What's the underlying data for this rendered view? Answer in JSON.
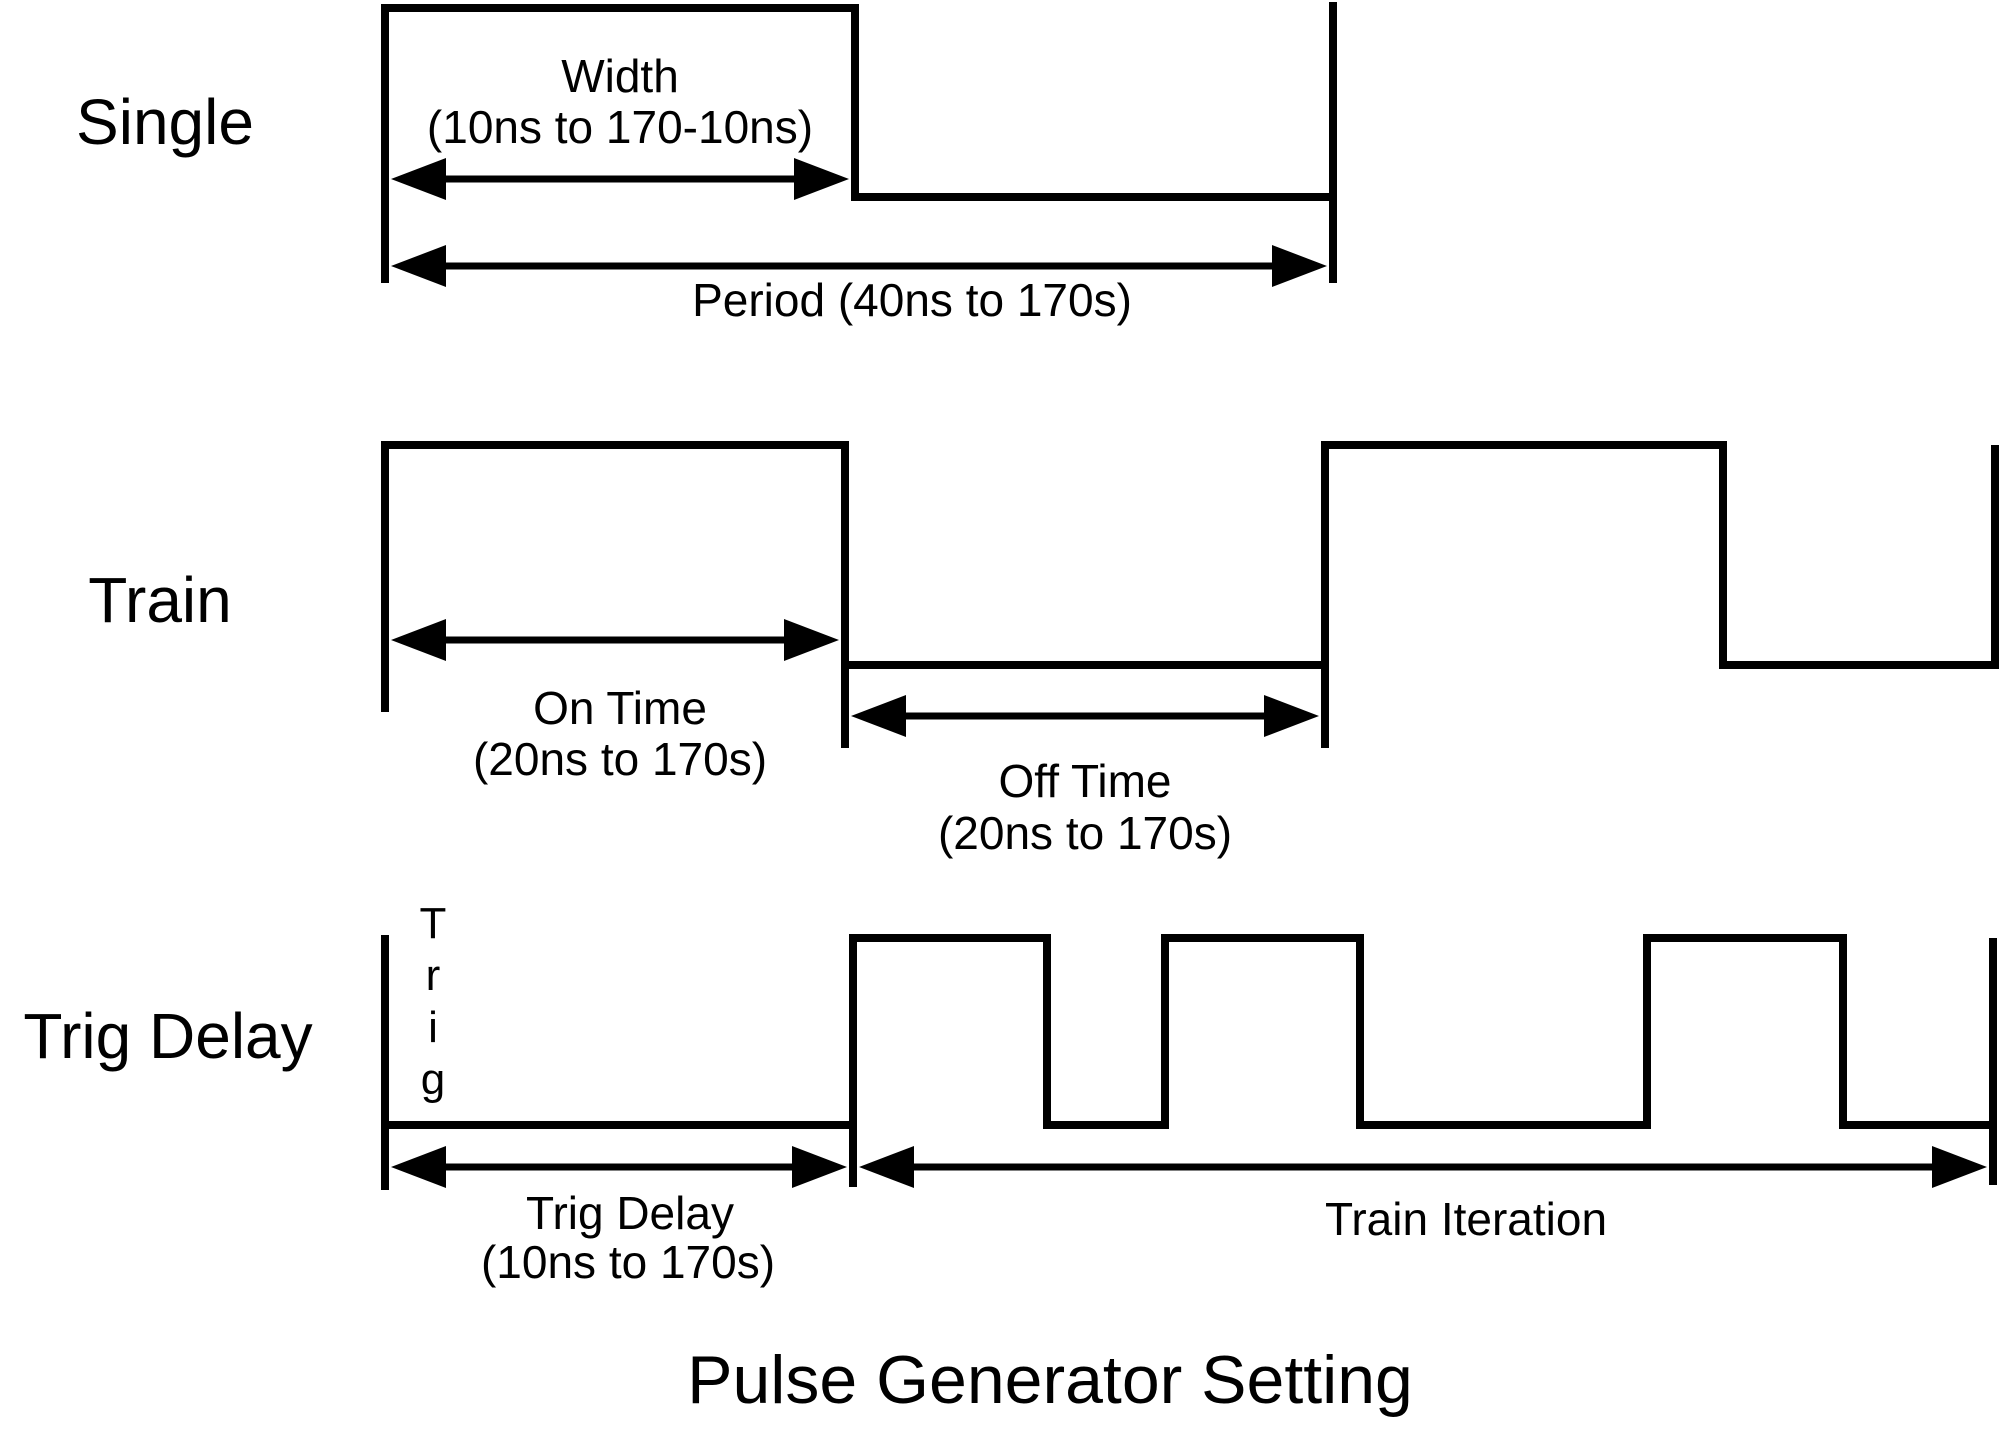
{
  "title": "Pulse Generator Setting",
  "colors": {
    "ink": "#000000",
    "background": "#ffffff"
  },
  "rows": {
    "single": {
      "label": "Single",
      "width_label_line1": "Width",
      "width_label_line2": "(10ns to 170-10ns)",
      "period_label": "Period (40ns to 170s)"
    },
    "train": {
      "label": "Train",
      "on_time_line1": "On Time",
      "on_time_line2": "(20ns to 170s)",
      "off_time_line1": "Off Time",
      "off_time_line2": "(20ns to 170s)"
    },
    "trig_delay": {
      "label": "Trig Delay",
      "trig_marker_letters": [
        "T",
        "r",
        "i",
        "g"
      ],
      "trig_delay_dim_line1": "Trig Delay",
      "trig_delay_dim_line2": "(10ns to 170s)",
      "train_iteration_label": "Train Iteration"
    }
  }
}
